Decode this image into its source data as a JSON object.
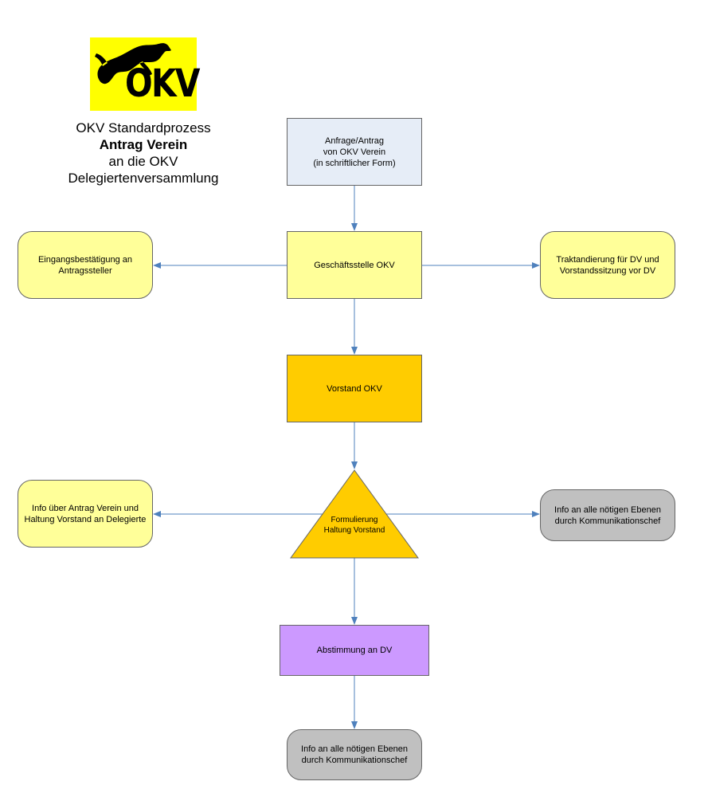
{
  "logo": {
    "text": "OKV",
    "icon": "horse-jumping-icon"
  },
  "heading": {
    "line1": "OKV Standardprozess",
    "line2": "Antrag Verein",
    "line3": "an die OKV",
    "line4": "Delegiertenversammlung"
  },
  "nodes": {
    "request": "Anfrage/Antrag\nvon OKV Verein\n(in schriftlicher Form)",
    "office": "Geschäftsstelle OKV",
    "receipt": "Eingangsbestätigung an Antragssteller",
    "agenda": "Traktandierung für DV und Vorstandssitzung vor DV",
    "board": "Vorstand OKV",
    "position": "Formulierung\nHaltung Vorstand",
    "info_delegates": "Info über Antrag Verein und Haltung Vorstand an Delegierte",
    "info_levels_right": "Info an alle nötigen Ebenen durch Kommunikationschef",
    "vote": "Abstimmung an DV",
    "info_levels_bottom": "Info an alle nötigen Ebenen durch Kommunikationschef"
  },
  "colors": {
    "arrow": "#4f81bd",
    "request_fill": "#e6edf7",
    "yellow_fill": "#ffff99",
    "orange_fill": "#ffcc00",
    "purple_fill": "#cc99ff",
    "gray_fill": "#c0c0c0",
    "logo_bg": "#ffff00"
  }
}
